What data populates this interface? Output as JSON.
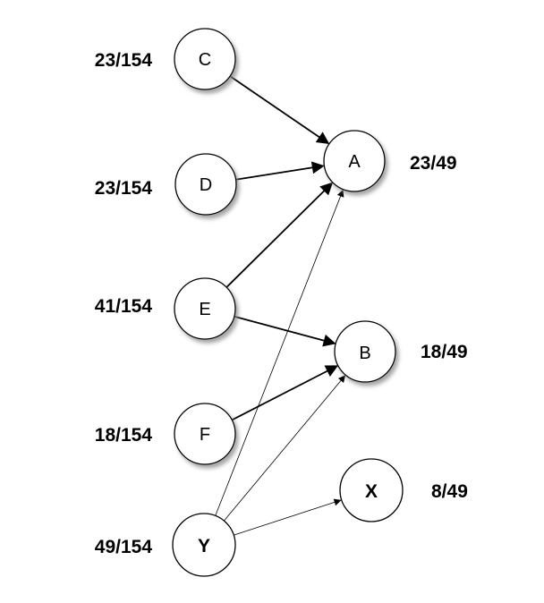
{
  "diagram": {
    "nodes": {
      "C": {
        "label": "C",
        "value": "23/154",
        "shadow": true,
        "bold": false
      },
      "D": {
        "label": "D",
        "value": "23/154",
        "shadow": true,
        "bold": false
      },
      "E": {
        "label": "E",
        "value": "41/154",
        "shadow": true,
        "bold": false
      },
      "F": {
        "label": "F",
        "value": "18/154",
        "shadow": true,
        "bold": false
      },
      "Y": {
        "label": "Y",
        "value": "49/154",
        "shadow": false,
        "bold": true
      },
      "A": {
        "label": "A",
        "value": "23/49",
        "shadow": true,
        "bold": false
      },
      "B": {
        "label": "B",
        "value": "18/49",
        "shadow": true,
        "bold": false
      },
      "X": {
        "label": "X",
        "value": "8/49",
        "shadow": false,
        "bold": true
      }
    },
    "edges": [
      {
        "from": "C",
        "to": "A",
        "weight": "thick"
      },
      {
        "from": "D",
        "to": "A",
        "weight": "thick"
      },
      {
        "from": "E",
        "to": "A",
        "weight": "thick"
      },
      {
        "from": "E",
        "to": "B",
        "weight": "thick"
      },
      {
        "from": "F",
        "to": "B",
        "weight": "thick"
      },
      {
        "from": "Y",
        "to": "A",
        "weight": "thin"
      },
      {
        "from": "Y",
        "to": "B",
        "weight": "thin"
      },
      {
        "from": "Y",
        "to": "X",
        "weight": "thin"
      }
    ],
    "colors": {
      "stroke": "#000000",
      "fill": "#ffffff",
      "shadow": "#888888"
    }
  }
}
